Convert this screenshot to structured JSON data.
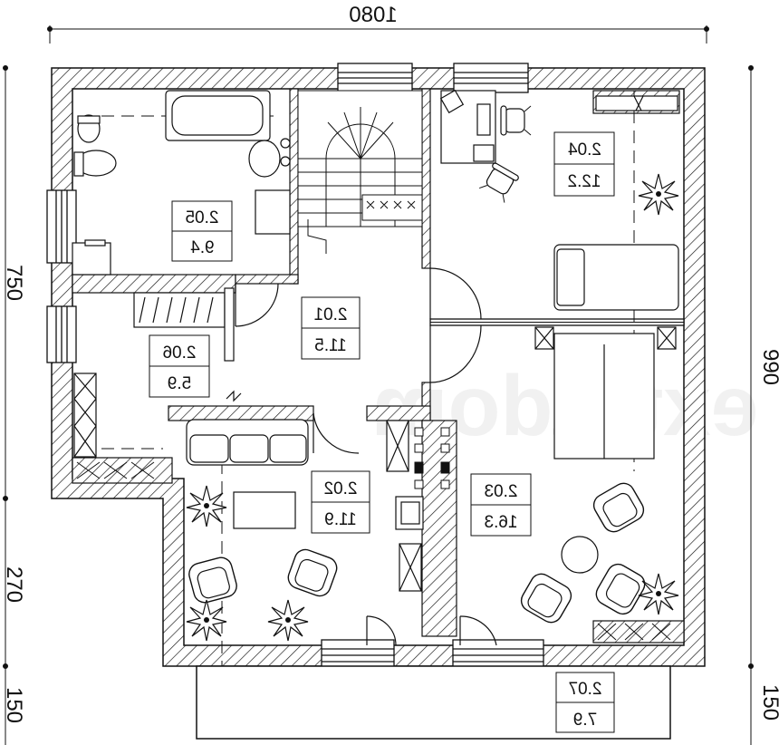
{
  "plan": {
    "watermark": "extradom",
    "dimensions": {
      "top": "1080",
      "right": "990",
      "left_top": "750",
      "left_mid": "270",
      "left_bottom": "150",
      "right_bottom": "150"
    },
    "rooms": [
      {
        "number": "2.01",
        "area": "11.5"
      },
      {
        "number": "2.02",
        "area": "11.9"
      },
      {
        "number": "2.03",
        "area": "16.3"
      },
      {
        "number": "2.04",
        "area": "12.2"
      },
      {
        "number": "2.05",
        "area": "9.4"
      },
      {
        "number": "2.06",
        "area": "5.9"
      },
      {
        "number": "2.07",
        "area": "7.9"
      }
    ]
  }
}
